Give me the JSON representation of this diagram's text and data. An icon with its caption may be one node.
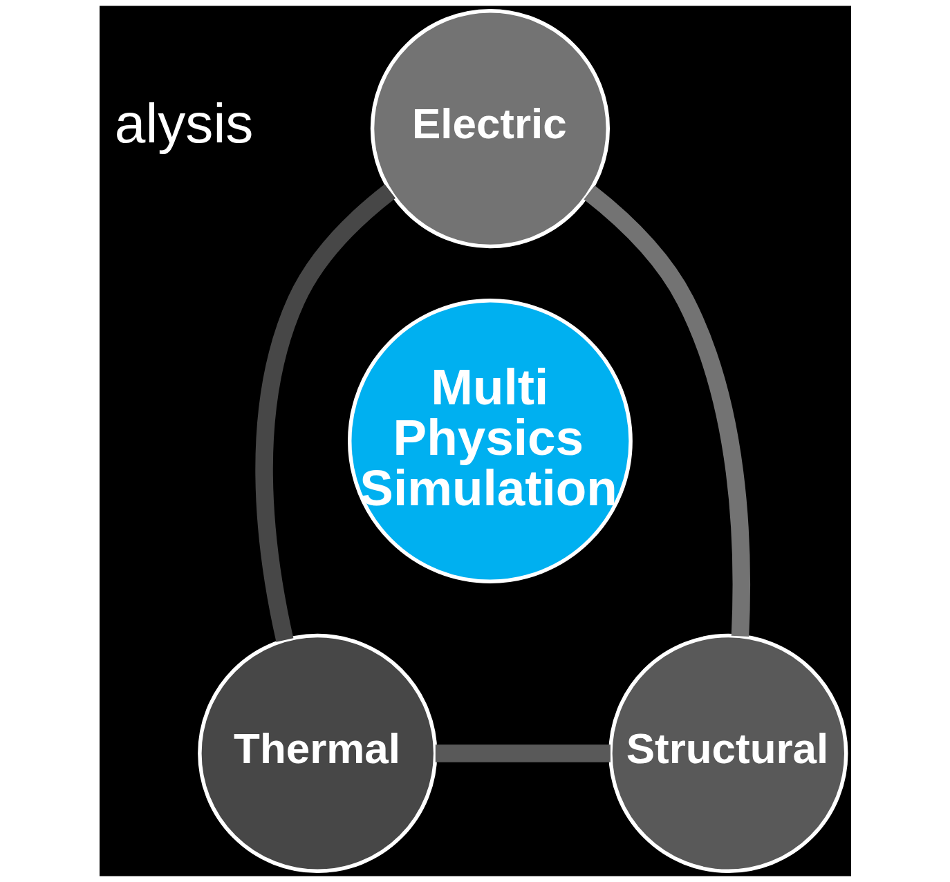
{
  "diagram": {
    "nodes": [
      {
        "text": [
          "Electric"
        ]
      },
      {
        "text": [
          "Multi Physics Simulation"
        ]
      },
      {
        "text": [
          "Thermal"
        ]
      },
      {
        "text": [
          "Structural"
        ]
      }
    ],
    "edges": [
      {
        "from": 0,
        "to": 3,
        "arrow": "none",
        "color": "#737373"
      },
      {
        "from": 3,
        "to": 2,
        "arrow": "none",
        "color": "#595959"
      },
      {
        "from": 2,
        "to": 0,
        "arrow": "none",
        "color": "#474747"
      }
    ],
    "labels": [
      "alysis"
    ]
  }
}
